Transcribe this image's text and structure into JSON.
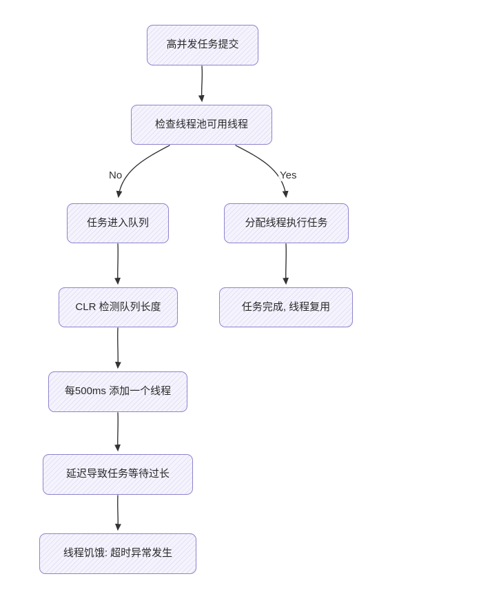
{
  "diagram": {
    "type": "flowchart",
    "direction": "top-down",
    "colors": {
      "node_fill": "#f5f4fd",
      "node_hatch": "#8c82cf",
      "node_border": "#8c82cf",
      "edge_stroke": "#333333",
      "text": "#2a2a2a",
      "background": "#ffffff"
    },
    "nodes": [
      {
        "id": "A",
        "label": "高并发任务提交"
      },
      {
        "id": "B",
        "label": "检查线程池可用线程"
      },
      {
        "id": "C",
        "label": "任务进入队列"
      },
      {
        "id": "D",
        "label": "分配线程执行任务"
      },
      {
        "id": "E",
        "label": "CLR 检测队列长度"
      },
      {
        "id": "F",
        "label": "任务完成, 线程复用"
      },
      {
        "id": "G",
        "label": "每500ms 添加一个线程"
      },
      {
        "id": "H",
        "label": "延迟导致任务等待过长"
      },
      {
        "id": "I",
        "label": "线程饥饿: 超时异常发生"
      }
    ],
    "edges": [
      {
        "from": "A",
        "to": "B",
        "label": ""
      },
      {
        "from": "B",
        "to": "C",
        "label": "No"
      },
      {
        "from": "B",
        "to": "D",
        "label": "Yes"
      },
      {
        "from": "C",
        "to": "E",
        "label": ""
      },
      {
        "from": "D",
        "to": "F",
        "label": ""
      },
      {
        "from": "E",
        "to": "G",
        "label": ""
      },
      {
        "from": "G",
        "to": "H",
        "label": ""
      },
      {
        "from": "H",
        "to": "I",
        "label": ""
      }
    ]
  }
}
